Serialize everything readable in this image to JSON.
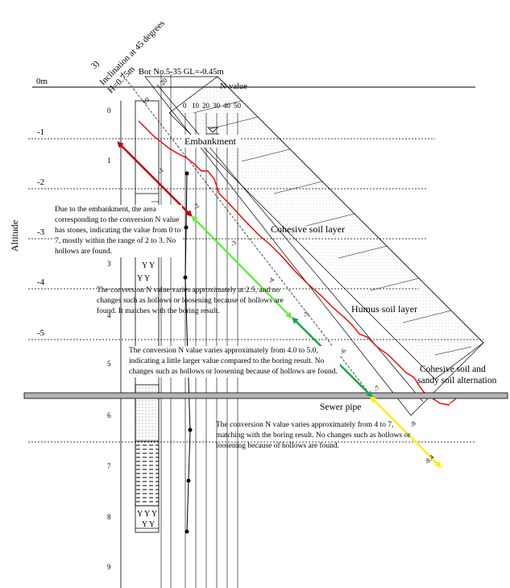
{
  "header": {
    "section": "3)",
    "inclination": "Inclination at 45 degrees",
    "height": "H=0.75m",
    "boring": "Bor No.5-35  GL=-0.45m",
    "nvalue_label": "N-value",
    "nvalue_ticks": [
      "0",
      "10",
      "20",
      "30",
      "40",
      "50"
    ],
    "diag_ticks": [
      "20",
      "10"
    ]
  },
  "axis": {
    "label": "Altitude",
    "levels": [
      "0m",
      "-1",
      "-2",
      "-3",
      "-4",
      "-5"
    ],
    "depths": [
      "0",
      "1",
      "2",
      "3",
      "4",
      "5",
      "6",
      "7",
      "8",
      "9"
    ],
    "slope_ticks": [
      "-1",
      "-2",
      "-3",
      "-4",
      "-5",
      "-6",
      "-7",
      "-8",
      "-8.4"
    ]
  },
  "layers": {
    "embankment": "Embankment",
    "cohesive": "Cohesive soil layer",
    "humus": "Humus soil layer",
    "alternation_1": "Cohesive soil and",
    "alternation_2": "sandy soil alternation",
    "sewer": "Sewer pipe"
  },
  "notes": {
    "note1": "Due to the embankment, the area corresponding to the conversion N value has stones, indicating the value from 0 to 7, mostly within the range of 2 to 3. No hollows are found.",
    "note2": "The conversion N value varies approximately at 2.5, and no changes such as hollows or loosening because of hollows are found. It matches with the boring result.",
    "note3": "The conversion N value varies approximately from 4.0 to 5.0, indicating a little larger value compared to the boring result. No changes such as hollows or loosening because of hollows are found.",
    "note4": "The conversion N value varies approximately from 4 to 7, matching with the boring result. No changes such as hollows or loosening because of hollows are found."
  },
  "colors": {
    "arrow_1": "#c00000",
    "arrow_2": "#66ee44",
    "arrow_3": "#1aa34a",
    "arrow_4": "#ffee00",
    "profile": "#ee0000",
    "sewer_fill": "#b4b4b4"
  }
}
